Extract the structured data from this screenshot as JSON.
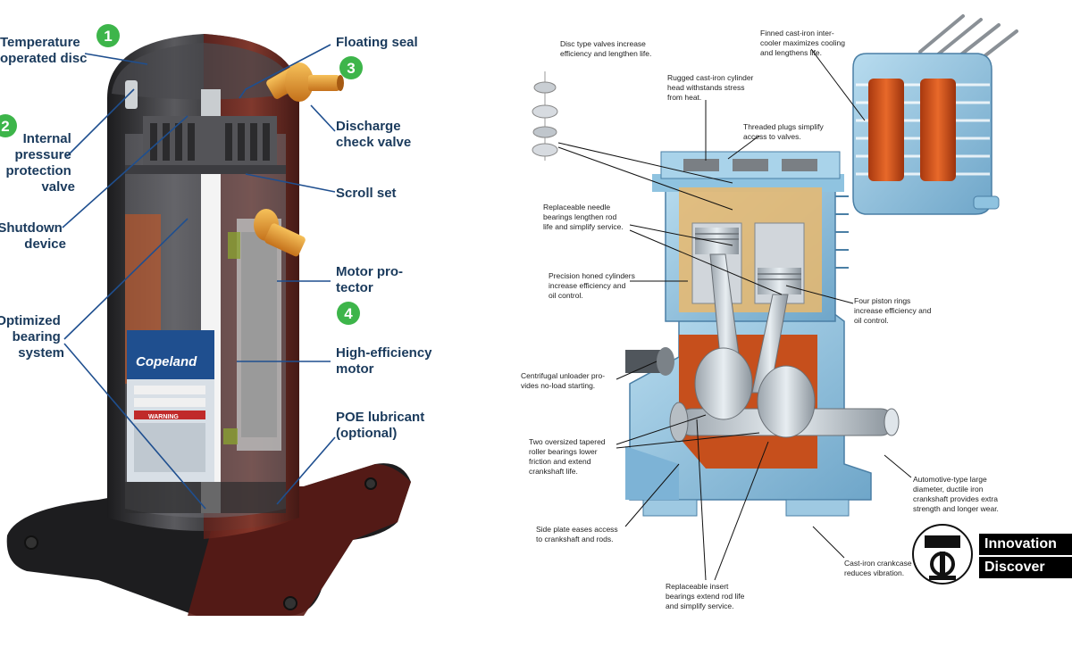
{
  "left_diagram": {
    "labels": {
      "temperature_disc": [
        "Temperature",
        "operated disc"
      ],
      "floating_seal": [
        "Floating seal"
      ],
      "internal_pressure": [
        "Internal",
        "pressure",
        "protection",
        "valve"
      ],
      "discharge_check": [
        "Discharge",
        "check valve"
      ],
      "scroll_set": [
        "Scroll set"
      ],
      "shutdown_device": [
        "Shutdown",
        "device"
      ],
      "motor_protector": [
        "Motor pro-",
        "tector"
      ],
      "optimized_bearing": [
        "Optimized",
        "bearing",
        "system"
      ],
      "high_efficiency": [
        "High-efficiency",
        "motor"
      ],
      "poe_lubricant": [
        "POE lubricant",
        "(optional)"
      ]
    },
    "badges": [
      "1",
      "2",
      "3",
      "4"
    ],
    "nameplate": {
      "brand": "Copeland",
      "warning": "WARNING"
    }
  },
  "right_diagram": {
    "labels": {
      "disc_valves": [
        "Disc type valves increase",
        "efficiency and lengthen life."
      ],
      "cylinder_head": [
        "Rugged cast-iron cylinder",
        "head withstands stress",
        "from heat."
      ],
      "intercooler": [
        "Finned cast-iron inter-",
        "cooler maximizes cooling",
        "and lengthens life."
      ],
      "threaded_plugs": [
        "Threaded plugs simplify",
        "access to valves."
      ],
      "needle_bearings": [
        "Replaceable needle",
        "bearings lengthen rod",
        "life and simplify service."
      ],
      "honed_cylinders": [
        "Precision honed cylinders",
        "increase efficiency and",
        "oil control."
      ],
      "piston_rings": [
        "Four piston rings",
        "increase efficiency and",
        "oil control."
      ],
      "unloader": [
        "Centrifugal unloader pro-",
        "vides no-load starting."
      ],
      "roller_bearings": [
        "Two oversized tapered",
        "roller bearings lower",
        "friction and extend",
        "crankshaft life."
      ],
      "crankshaft": [
        "Automotive-type large",
        "diameter, ductile iron",
        "crankshaft provides extra",
        "strength and longer wear."
      ],
      "side_plate": [
        "Side plate eases access",
        "to crankshaft and rods."
      ],
      "insert_bearings": [
        "Replaceable insert",
        "bearings extend rod life",
        "and simplify service."
      ],
      "crankcase": [
        "Cast-iron crankcase",
        "reduces vibration."
      ]
    }
  },
  "branding": {
    "line1": "Innovation",
    "line2": "Discover"
  },
  "colors": {
    "label_blue": "#1a3a5c",
    "badge_green": "#3db54a",
    "leader_blue": "#1f4f8f",
    "cutaway_orange": "#d3551e",
    "casting_blue": "#8fc3e0",
    "shell_dark": "#3b3b3d",
    "shell_red": "#7a2a22",
    "brass": "#e89a2c"
  }
}
